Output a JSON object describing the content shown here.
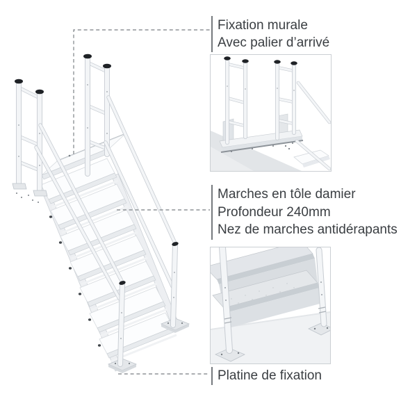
{
  "figure": {
    "type": "product-diagram",
    "subject": "escalier aluminium avec garde-corps",
    "background": "#ffffff"
  },
  "annotations": {
    "wall_mount": {
      "lines": [
        "Fixation murale",
        "Avec palier d’arrivé"
      ]
    },
    "treads": {
      "lines": [
        "Marches en tôle damier",
        "Profondeur 240mm",
        "Nez de marches antidérapants"
      ]
    },
    "base_plate": {
      "lines": [
        "Platine de fixation"
      ]
    }
  },
  "insets": {
    "top": {
      "name": "detail-palier-fixation-murale"
    },
    "bottom": {
      "name": "detail-marches-platine"
    }
  },
  "colors": {
    "text": "#3a3e42",
    "annotation_bar": "#75797d",
    "leader_dash": "#8f9397",
    "metal_outline": "#c7ccd2",
    "metal_fill": "#f3f5f7",
    "tread_nose": "#e8ebee",
    "post_cap": "#1f2226",
    "inset_border": "#cbcfd3"
  }
}
